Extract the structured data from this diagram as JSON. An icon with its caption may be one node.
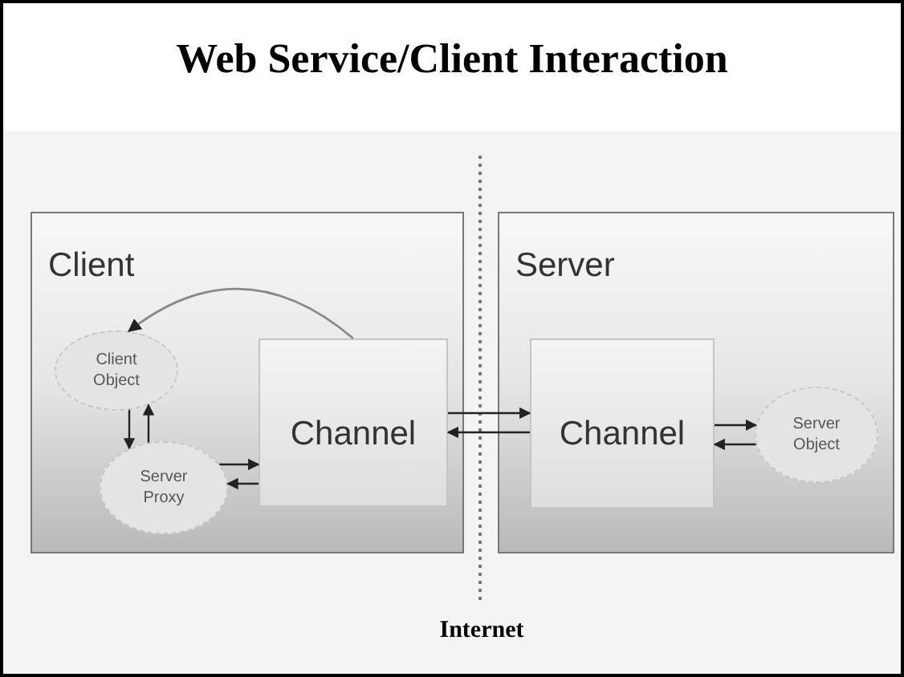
{
  "diagram": {
    "title": "Web Service/Client Interaction",
    "nodes": [
      {
        "text": [
          "Client"
        ]
      },
      {
        "text": [
          "Client Object"
        ],
        "in": 0
      },
      {
        "text": [
          "Server Proxy"
        ],
        "in": 0
      },
      {
        "text": [
          "Channel"
        ],
        "in": 0
      },
      {
        "text": [
          "Server"
        ]
      },
      {
        "text": [
          "Channel"
        ],
        "in": 4
      },
      {
        "text": [
          "Server Object"
        ],
        "in": 4
      }
    ],
    "edges": [
      {
        "from": 3,
        "to": 1,
        "arrow": "to",
        "color": "#888888"
      },
      {
        "from": 1,
        "to": 2,
        "arrow": "to"
      },
      {
        "from": 2,
        "to": 1,
        "arrow": "to"
      },
      {
        "from": 2,
        "to": 3,
        "arrow": "to"
      },
      {
        "from": 3,
        "to": 2,
        "arrow": "to"
      },
      {
        "from": 3,
        "to": 5,
        "arrow": "to"
      },
      {
        "from": 5,
        "to": 3,
        "arrow": "to"
      },
      {
        "from": 5,
        "to": 6,
        "arrow": "to"
      },
      {
        "from": 6,
        "to": 5,
        "arrow": "to"
      }
    ],
    "labels": [
      "Internet"
    ]
  }
}
